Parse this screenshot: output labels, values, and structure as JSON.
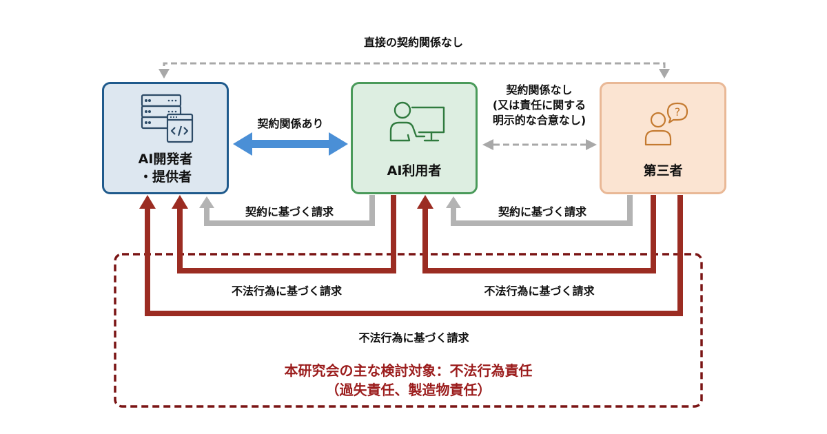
{
  "diagram": {
    "top_relation_label": "直接の契約関係なし",
    "nodes": {
      "developer": {
        "label_line1": "AI開発者",
        "label_line2": "・提供者",
        "icon": "server-code-icon",
        "border_color": "#1f5a8c",
        "fill_color": "#dde7f0"
      },
      "user": {
        "label": "AI利用者",
        "icon": "person-at-computer-icon",
        "border_color": "#4a9a5a",
        "fill_color": "#ddeee1"
      },
      "third_party": {
        "label": "第三者",
        "icon": "person-question-icon",
        "border_color": "#e9b896",
        "fill_color": "#fbe4d2"
      }
    },
    "edges": {
      "dev_user_contract": "契約関係あり",
      "user_third_no_contract": [
        "契約関係なし",
        "(又は責任に関する",
        "明示的な合意なし)"
      ],
      "contract_claim_user_to_dev": "契約に基づく請求",
      "contract_claim_third_to_user": "契約に基づく請求",
      "tort_claim_user_to_dev": "不法行為に基づく請求",
      "tort_claim_third_to_user": "不法行為に基づく請求",
      "tort_claim_third_to_dev": "不法行為に基づく請求"
    },
    "focus_area": {
      "line1": "本研究会の主な検討対象：不法行為責任",
      "line2": "（過失責任、製造物責任）",
      "color": "#9b1c1c"
    },
    "colors": {
      "contract_arrow": "#4a8fd6",
      "tort_arrow": "#9b2c22",
      "gray_arrow": "#b0b0b0",
      "focus_border": "#7a1414"
    }
  }
}
